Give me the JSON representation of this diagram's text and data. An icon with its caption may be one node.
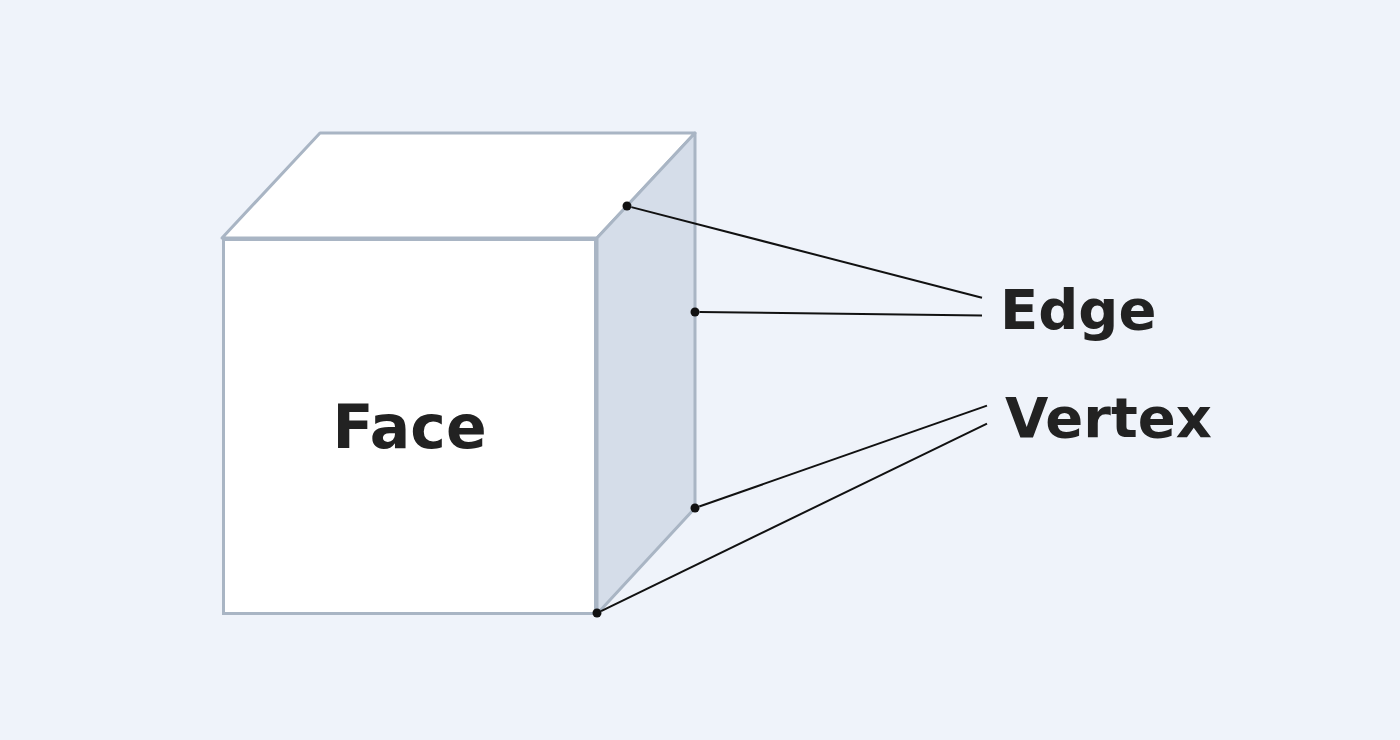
{
  "diagram": {
    "nodes": [
      {
        "text": [
          "Face"
        ]
      },
      {
        "text": [
          "Edge"
        ]
      },
      {
        "text": [
          "Vertex"
        ]
      },
      {
        "text": [],
        "shape": "dot"
      },
      {
        "text": [],
        "shape": "dot"
      },
      {
        "text": [],
        "shape": "dot"
      },
      {
        "text": [],
        "shape": "dot"
      }
    ],
    "edges": [
      {
        "from": 1,
        "to": 3,
        "arrow": "none"
      },
      {
        "from": 1,
        "to": 4,
        "arrow": "none"
      },
      {
        "from": 2,
        "to": 5,
        "arrow": "none"
      },
      {
        "from": 2,
        "to": 6,
        "arrow": "none"
      }
    ]
  }
}
